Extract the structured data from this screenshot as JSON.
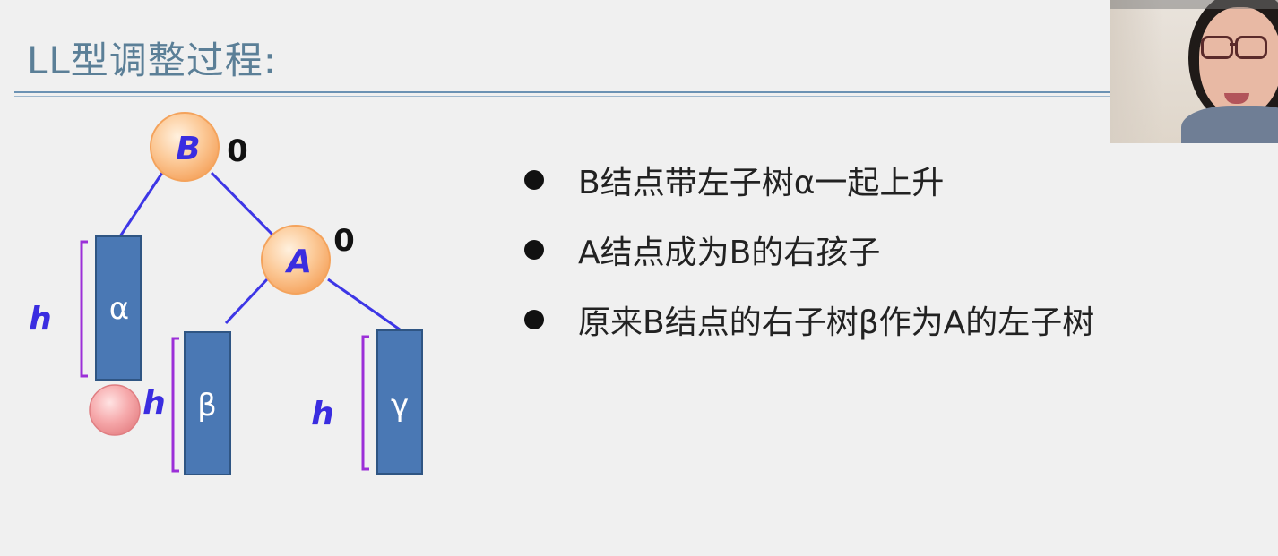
{
  "slide": {
    "title": "LL型调整过程:"
  },
  "diagram": {
    "nodes": [
      {
        "id": "B",
        "label": "B",
        "balance": "0"
      },
      {
        "id": "A",
        "label": "A",
        "balance": "0"
      }
    ],
    "subtrees": [
      {
        "id": "alpha",
        "label": "α",
        "height_label": "h"
      },
      {
        "id": "beta",
        "label": "β",
        "height_label": "h"
      },
      {
        "id": "gamma",
        "label": "γ",
        "height_label": "h"
      }
    ],
    "colors": {
      "node_fill": "#fcc895",
      "node_stroke": "#f4a35c",
      "node_text": "#3a2de0",
      "edge": "#3d36e6",
      "subtree_fill": "#4a78b4",
      "subtree_stroke": "#2f5583",
      "subtree_text": "#ffffff",
      "bracket": "#9b2fd8",
      "height_text": "#3a2de0",
      "inserted_node": "#f4a3a6"
    }
  },
  "bullets": [
    "B结点带左子树α一起上升",
    "A结点成为B的右孩子",
    "原来B结点的右子树β作为A的左子树"
  ]
}
